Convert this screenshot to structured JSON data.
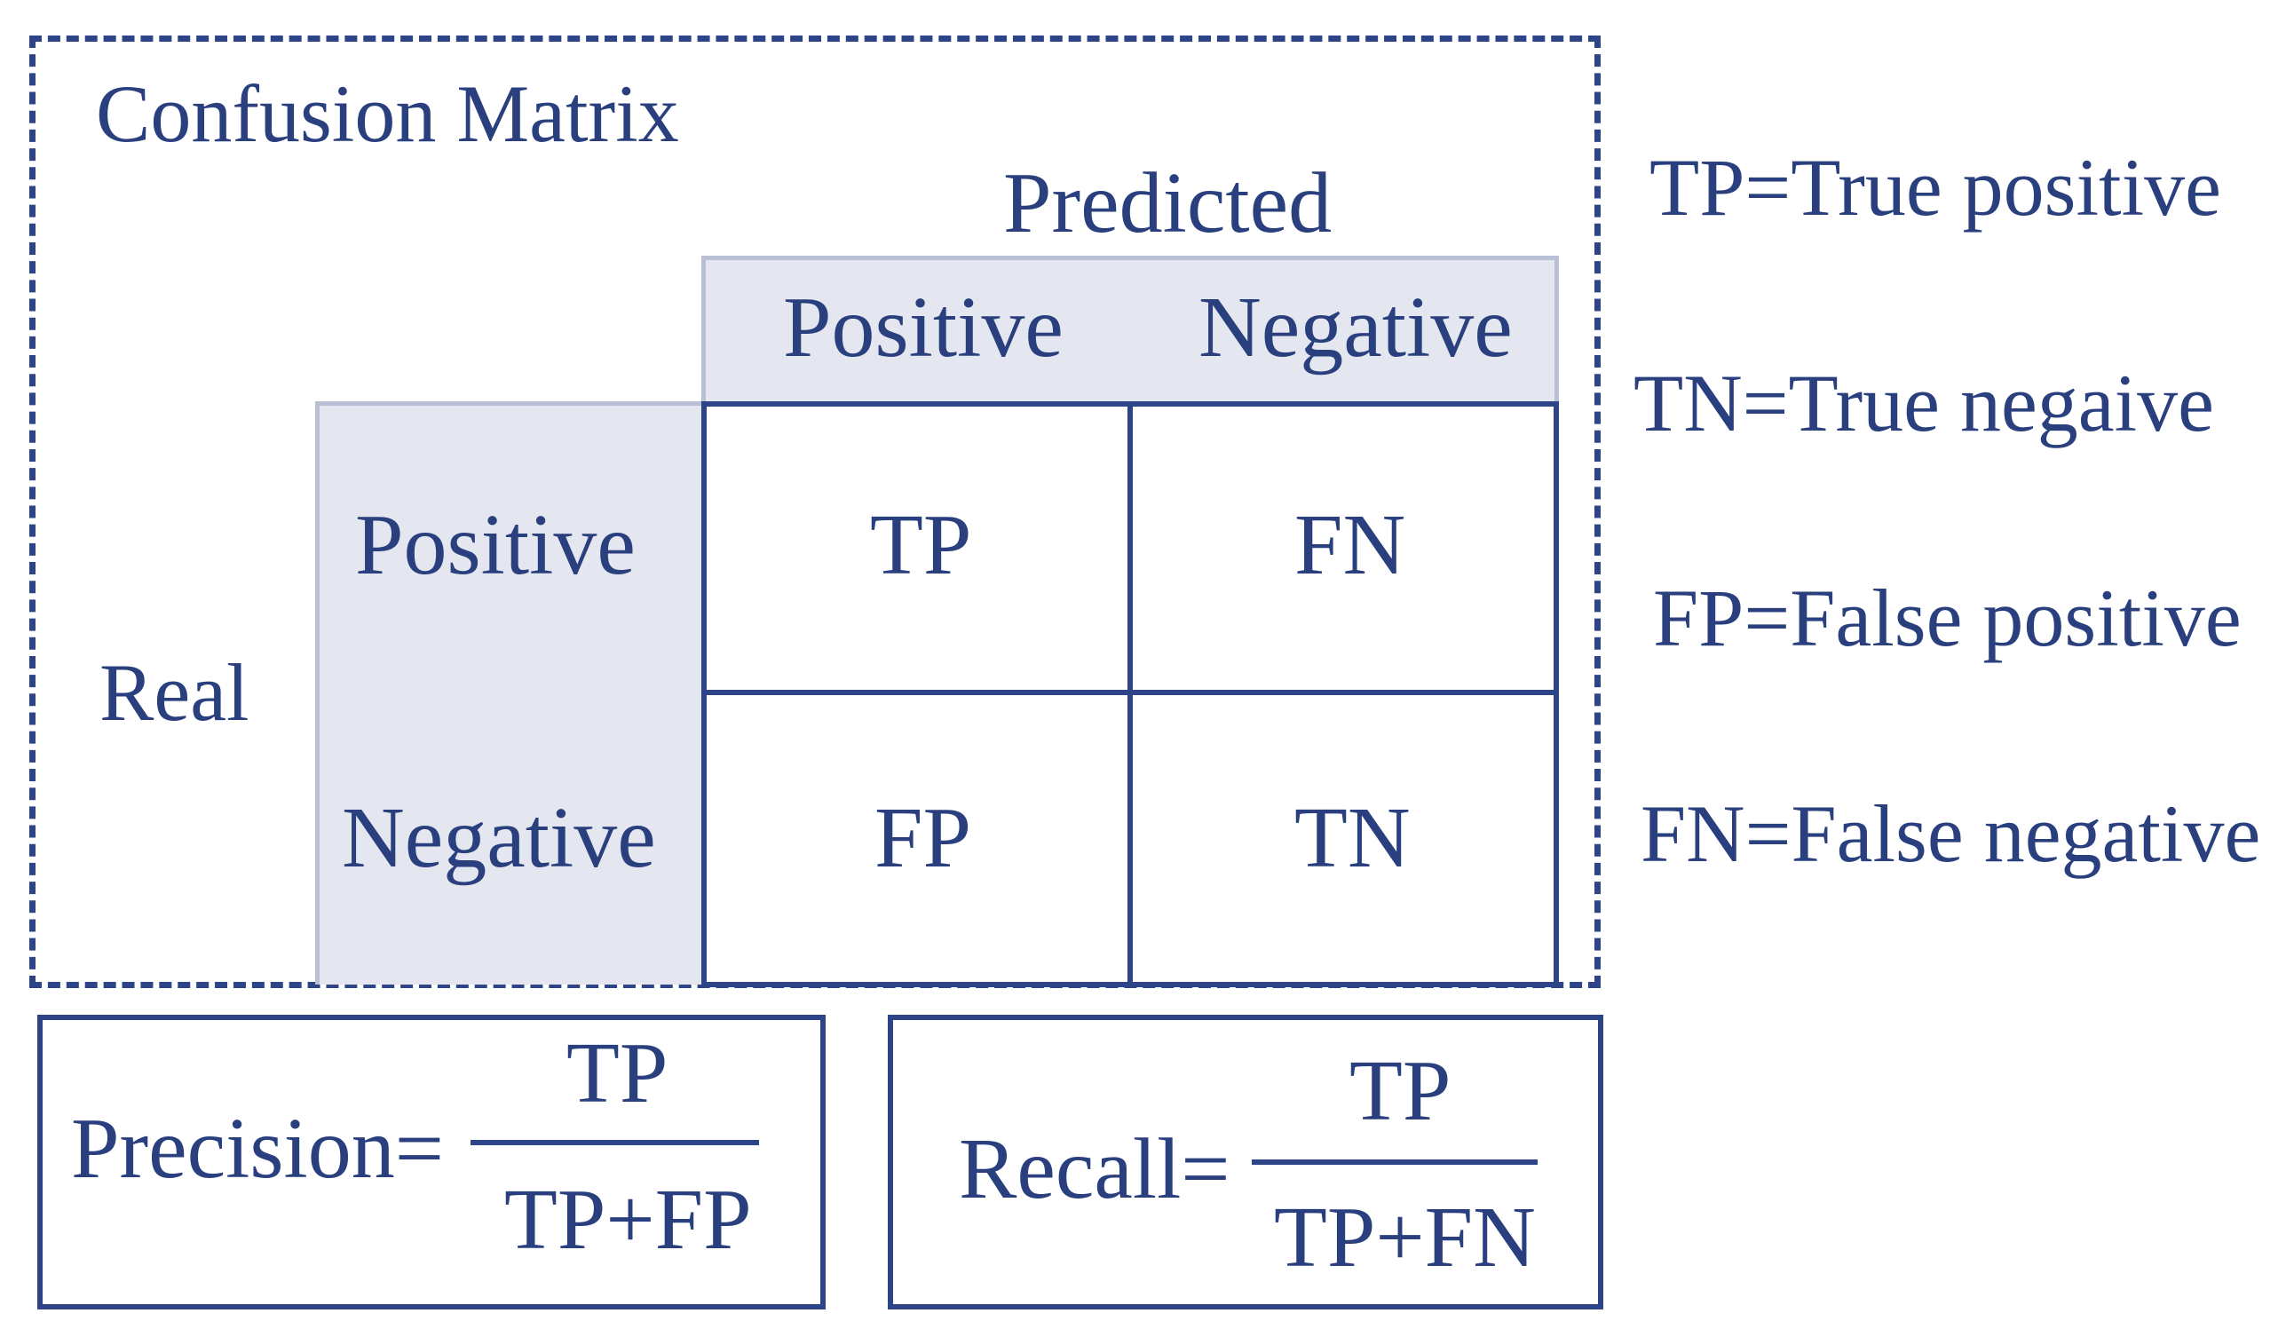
{
  "title": "Confusion Matrix",
  "axes": {
    "predicted_label": "Predicted",
    "real_label": "Real"
  },
  "columns": [
    "Positive",
    "Negative"
  ],
  "rows": [
    "Positive",
    "Negative"
  ],
  "cells": [
    [
      "TP",
      "FN"
    ],
    [
      "FP",
      "TN"
    ]
  ],
  "legend": [
    "TP=True positive",
    "TN=True negaive",
    "FP=False positive",
    "FN=False negative"
  ],
  "formulas": {
    "precision": {
      "label": "Precision=",
      "numerator": "TP",
      "denominator": "TP+FP"
    },
    "recall": {
      "label": "Recall=",
      "numerator": "TP",
      "denominator": "TP+FN"
    }
  },
  "colors": {
    "ink": "#2a3f7e",
    "header_fill": "#e4e7f0",
    "header_border": "#b9c0d5"
  }
}
